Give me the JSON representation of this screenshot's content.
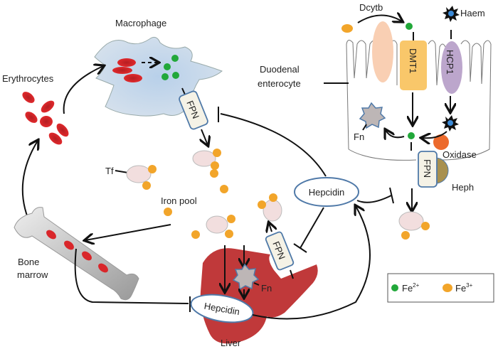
{
  "labels": {
    "macrophage": "Macrophage",
    "erythrocytes": "Erythrocytes",
    "tf": "Tf",
    "iron_pool": "Iron pool",
    "bone_marrow_1": "Bone",
    "bone_marrow_2": "marrow",
    "liver": "Liver",
    "hepcidin_liver": "Hepcidin",
    "hepcidin_circ": "Hepcidin",
    "fn_liver": "Fn",
    "fn_enterocyte": "Fn",
    "fpn_macrophage": "FPN",
    "fpn_liver": "FPN",
    "fpn_enterocyte": "FPN",
    "dcytb": "Dcytb",
    "dmt1": "DMT1",
    "hcp1": "HCP1",
    "haem": "Haem",
    "oxidase": "Oxidase",
    "heph": "Heph",
    "duodenal_1": "Duodenal",
    "duodenal_2": "enterocyte"
  },
  "legend": {
    "fe2_base": "Fe",
    "fe2_sup": "2+",
    "fe3_base": "Fe",
    "fe3_sup": "3+"
  },
  "colors": {
    "fe2": "#22a83a",
    "fe3": "#f2a52a",
    "erythrocyte": "#d9262a",
    "macrophage": "#c9d9ea",
    "liver": "#c0393a",
    "transferrin": "#f2dede",
    "dcytb": "#f9cfb3",
    "dmt1": "#f9c76a",
    "hcp1": "#bca6cc",
    "heph": "#a8904f",
    "oxidase": "#ec6a2c",
    "ferritin": "#bdb6b6",
    "fpn_border": "#4f79a8"
  }
}
